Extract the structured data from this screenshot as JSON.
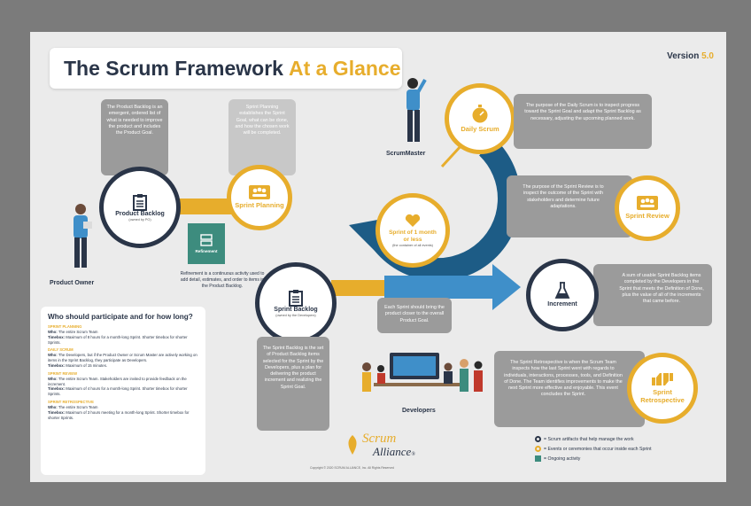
{
  "title": {
    "main": "The Scrum Framework",
    "accent": "At a Glance"
  },
  "version": {
    "label": "Version",
    "number": "5.0"
  },
  "product_backlog": {
    "label": "Product Backlog",
    "owner": "(owned by PO)",
    "description": "The Product Backlog is an emergent, ordered list of what is needed to improve the product and includes the Product Goal."
  },
  "sprint_planning": {
    "label": "Sprint Planning",
    "description": "Sprint Planning establishes the Sprint Goal, what can be done, and how the chosen work will be completed."
  },
  "refinement": {
    "label": "Refinement",
    "description": "Refinement is a continuous activity used to add detail, estimates, and order to items in the Product Backlog."
  },
  "sprint_backlog": {
    "label": "Sprint Backlog",
    "owner": "(owned by the Developers)",
    "description": "The Sprint Backlog is the set of Product Backlog items selected for the Sprint by the Developers, plus a plan for delivering the product increment and realizing the Sprint Goal."
  },
  "sprint": {
    "label": "Sprint of 1 month or less",
    "sub": "(the container of all events)",
    "description": "Each Sprint should bring the product closer to the overall Product Goal."
  },
  "daily_scrum": {
    "label": "Daily Scrum",
    "description": "The purpose of the Daily Scrum is to inspect progress toward the Sprint Goal and adapt the Sprint Backlog as necessary, adjusting the upcoming planned work."
  },
  "sprint_review": {
    "label": "Sprint Review",
    "description": "The purpose of the Sprint Review is to inspect the outcome of the Sprint with stakeholders and determine future adaptations."
  },
  "increment": {
    "label": "Increment",
    "description": "A sum of usable Sprint Backlog items completed by the Developers in the Sprint that meets the Definition of Done, plus the value of all of the increments that came before."
  },
  "sprint_retrospective": {
    "label": "Sprint Retrospective",
    "description": "The Sprint Retrospective is when the Scrum Team inspects how the last Sprint went with regards to individuals, interactions, processes, tools, and Definition of Done. The Team identifies improvements to make the next Sprint more effective and enjoyable. This event concludes the Sprint."
  },
  "roles": {
    "product_owner": "Product Owner",
    "scrum_master": "ScrumMaster",
    "developers": "Developers"
  },
  "participation": {
    "title": "Who should participate and for how long?",
    "sections": [
      {
        "heading": "SPRINT PLANNING",
        "who_label": "Who:",
        "who": "The entire Scrum Team",
        "timebox_label": "Timebox:",
        "timebox": "Maximum of 8 hours for a month-long Sprint. Shorter timebox for shorter Sprints."
      },
      {
        "heading": "DAILY SCRUM",
        "who_label": "Who:",
        "who": "The Developers, but if the Product Owner or Scrum Master are actively working on items in the Sprint Backlog, they participate as Developers.",
        "timebox_label": "Timebox:",
        "timebox": "Maximum of 15 minutes."
      },
      {
        "heading": "SPRINT REVIEW",
        "who_label": "Who:",
        "who": "The entire Scrum Team. Stakeholders are invited to provide feedback on the increment.",
        "timebox_label": "Timebox:",
        "timebox": "Maximum of 4 hours for a month-long Sprint. Shorter timebox for shorter Sprints."
      },
      {
        "heading": "SPRINT RETROSPECTIVE",
        "who_label": "Who:",
        "who": "The entire Scrum Team",
        "timebox_label": "Timebox:",
        "timebox": "Maximum of 3 hours meeting for a month-long Sprint. Shorter timebox for shorter Sprints."
      }
    ]
  },
  "logo": {
    "line1": "Scrum",
    "line2": "Alliance",
    "mark": "®"
  },
  "copyright": "Copyright © 2020 SCRUM ALLIANCE, Inc. All Rights Reserved",
  "legend": [
    {
      "kind": "artifact",
      "text": "= Scrum artifacts that help manage the work"
    },
    {
      "kind": "event",
      "text": "= Events or ceremonies that occur inside each Sprint"
    },
    {
      "kind": "activity",
      "text": "= Ongoing activity"
    }
  ],
  "colors": {
    "navy": "#2a3548",
    "gold": "#e7ad2c",
    "teal": "#3d8c7e",
    "blue": "#3f8fc9",
    "panel": "#ebebeb"
  },
  "icons": [
    "clipboard-icon",
    "team-icon",
    "server-icon",
    "stopwatch-icon",
    "heart-icon",
    "flask-icon",
    "thumbs-icon"
  ]
}
